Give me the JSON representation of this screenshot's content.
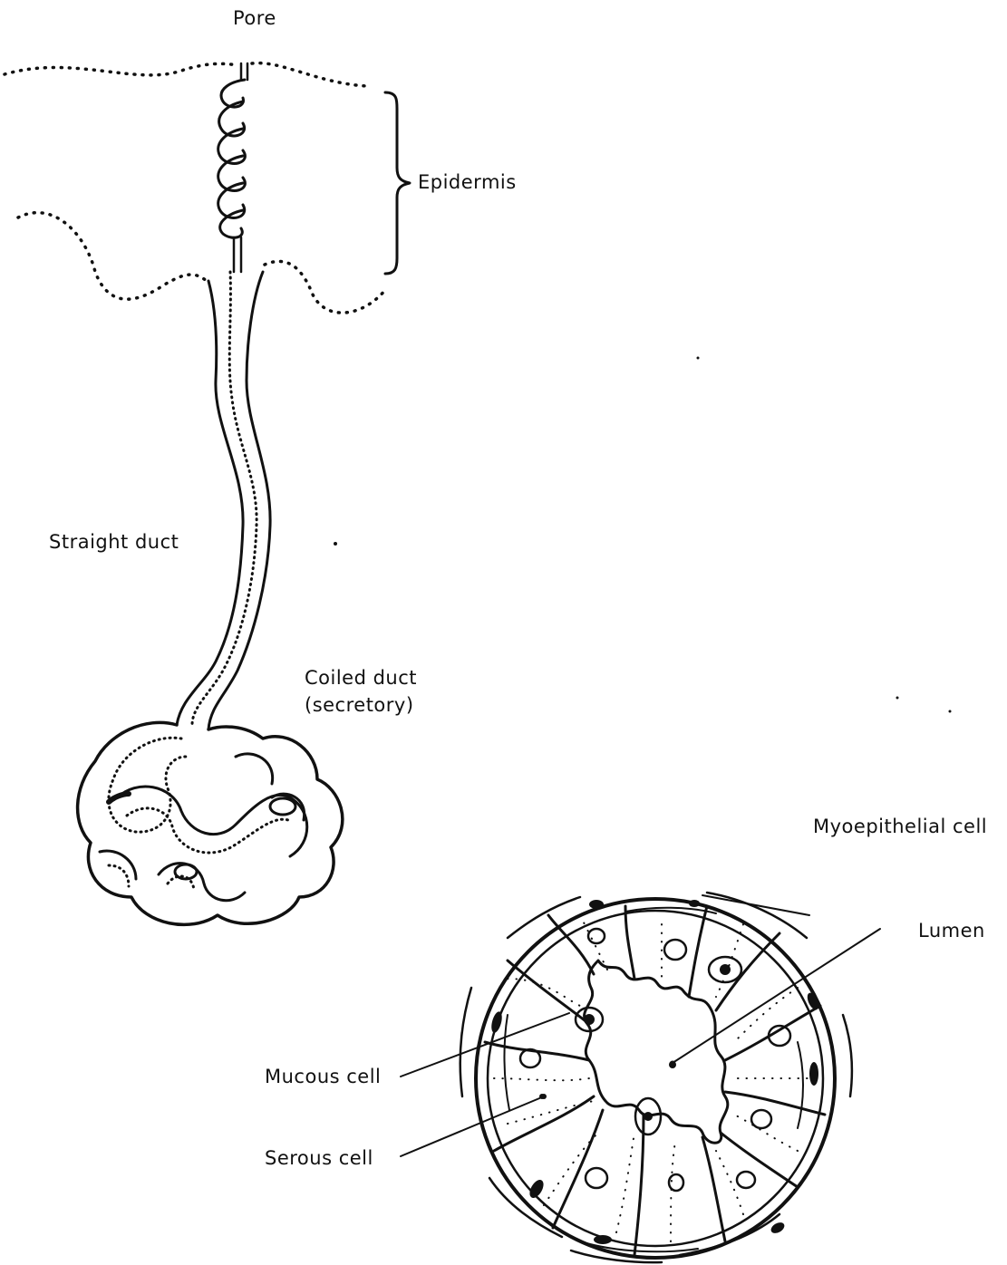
{
  "labels": {
    "pore": "Pore",
    "epidermis": "Epidermis",
    "straight_duct": "Straight duct",
    "coiled_duct_line1": "Coiled duct",
    "coiled_duct_line2": "(secretory)",
    "myoepithelial_cell": "Myoepithelial cell",
    "lumen": "Lumen",
    "mucous_cell": "Mucous cell",
    "serous_cell": "Serous cell"
  },
  "colors": {
    "ink": "#111111",
    "paper": "#ffffff"
  }
}
